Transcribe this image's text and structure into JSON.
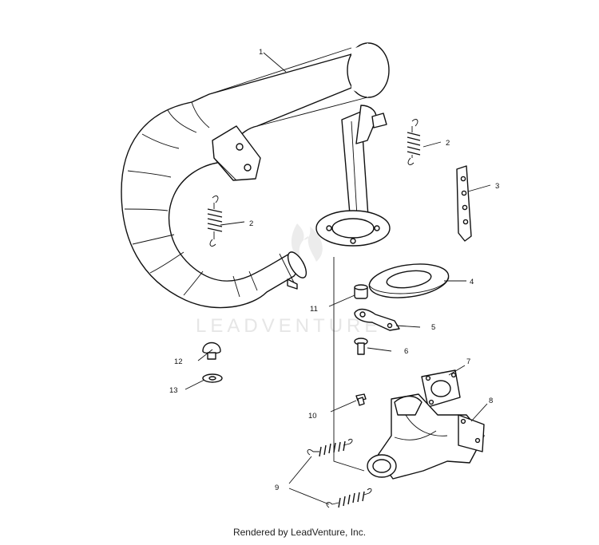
{
  "watermark": {
    "text": "LEADVENTURE"
  },
  "footer": {
    "credit": "Rendered by LeadVenture, Inc."
  },
  "callouts": [
    {
      "id": "c1",
      "label": "1"
    },
    {
      "id": "c2a",
      "label": "2"
    },
    {
      "id": "c2b",
      "label": "2"
    },
    {
      "id": "c3",
      "label": "3"
    },
    {
      "id": "c4",
      "label": "4"
    },
    {
      "id": "c5",
      "label": "5"
    },
    {
      "id": "c6",
      "label": "6"
    },
    {
      "id": "c7",
      "label": "7"
    },
    {
      "id": "c8",
      "label": "8"
    },
    {
      "id": "c9",
      "label": "9"
    },
    {
      "id": "c10",
      "label": "10"
    },
    {
      "id": "c11",
      "label": "11"
    },
    {
      "id": "c12",
      "label": "12"
    },
    {
      "id": "c13",
      "label": "13"
    }
  ],
  "colors": {
    "line": "#111111",
    "watermark": "#e6e6e6",
    "background": "#ffffff"
  }
}
